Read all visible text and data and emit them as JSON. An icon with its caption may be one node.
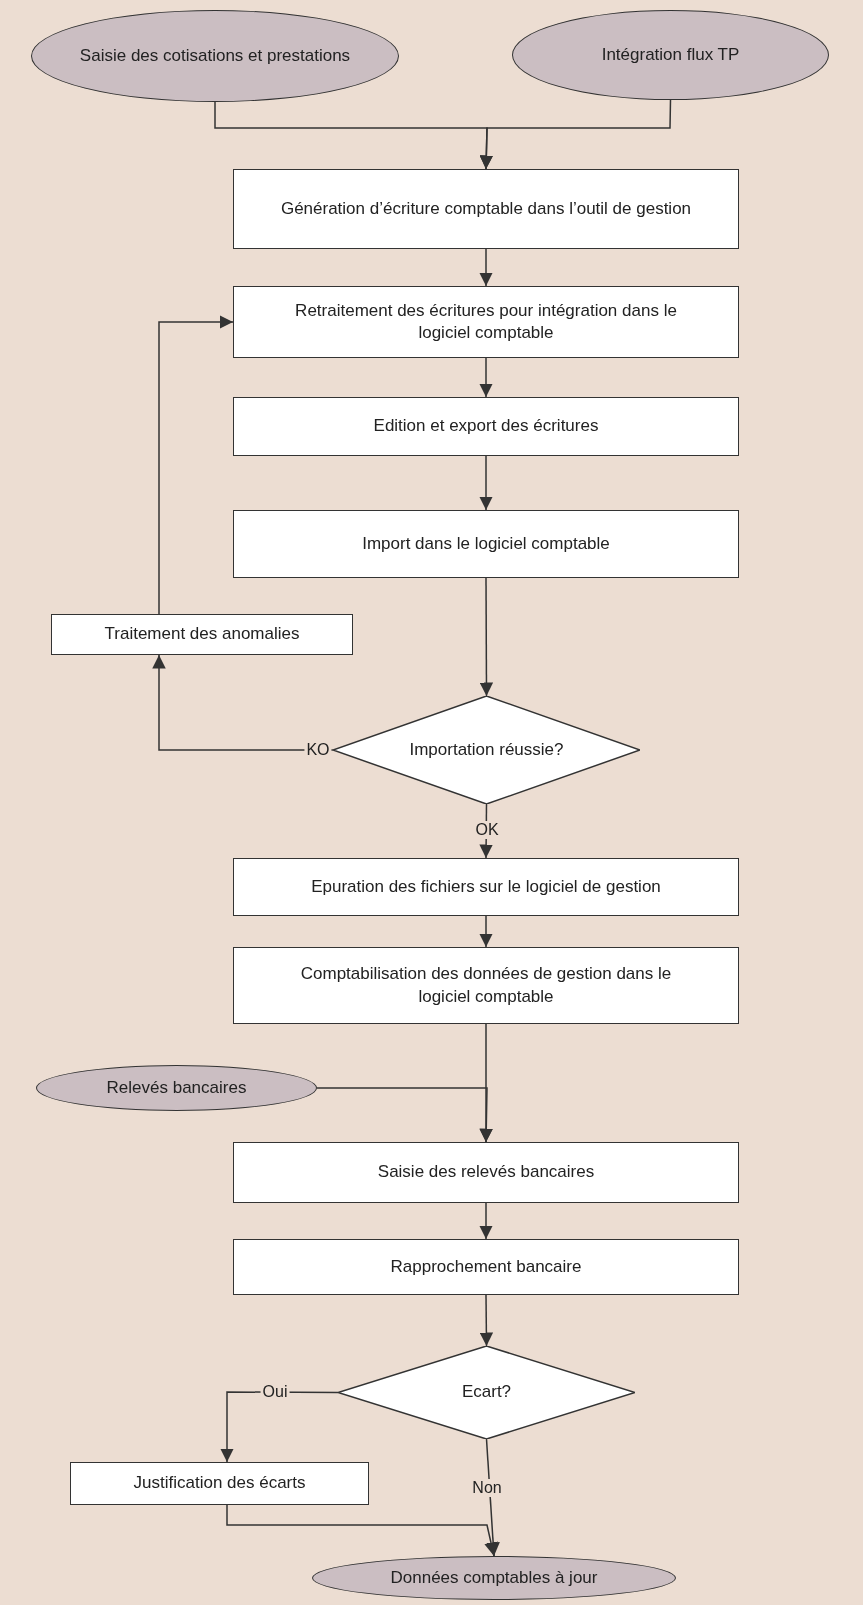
{
  "diagram": {
    "nodes": [
      {
        "text": [
          "Saisie des cotisations et prestations"
        ]
      },
      {
        "text": [
          "Intégration flux TP"
        ]
      },
      {
        "text": [
          "Génération d’écriture comptable dans l’outil de gestion"
        ]
      },
      {
        "text": [
          "Retraitement des écritures pour intégration dans le logiciel comptable"
        ]
      },
      {
        "text": [
          "Edition et export des écritures"
        ]
      },
      {
        "text": [
          "Import dans le logiciel comptable"
        ]
      },
      {
        "text": [
          "Traitement des anomalies"
        ]
      },
      {
        "text": [
          "Importation réussie?"
        ]
      },
      {
        "text": [
          "Epuration des fichiers sur le logiciel de gestion"
        ]
      },
      {
        "text": [
          "Comptabilisation des données de gestion dans le logiciel comptable"
        ]
      },
      {
        "text": [
          "Relevés bancaires"
        ]
      },
      {
        "text": [
          "Saisie des relevés bancaires"
        ]
      },
      {
        "text": [
          "Rapprochement bancaire"
        ]
      },
      {
        "text": [
          "Ecart?"
        ]
      },
      {
        "text": [
          "Justification des écarts"
        ]
      },
      {
        "text": [
          "Données comptables à jour"
        ]
      }
    ],
    "edges": [
      {
        "from": 0,
        "to": 2,
        "arrow": "to"
      },
      {
        "from": 1,
        "to": 2,
        "arrow": "to"
      },
      {
        "from": 2,
        "to": 3,
        "arrow": "to"
      },
      {
        "from": 3,
        "to": 4,
        "arrow": "to"
      },
      {
        "from": 4,
        "to": 5,
        "arrow": "to"
      },
      {
        "from": 5,
        "to": 7,
        "arrow": "to"
      },
      {
        "from": 7,
        "to": 6,
        "arrow": "to",
        "label": "KO"
      },
      {
        "from": 6,
        "to": 3,
        "arrow": "to"
      },
      {
        "from": 7,
        "to": 8,
        "arrow": "to",
        "label": "OK"
      },
      {
        "from": 8,
        "to": 9,
        "arrow": "to"
      },
      {
        "from": 9,
        "to": 11,
        "arrow": "to"
      },
      {
        "from": 10,
        "to": 11,
        "arrow": "to"
      },
      {
        "from": 11,
        "to": 12,
        "arrow": "to"
      },
      {
        "from": 12,
        "to": 13,
        "arrow": "to"
      },
      {
        "from": 13,
        "to": 14,
        "arrow": "to",
        "label": "Oui"
      },
      {
        "from": 13,
        "to": 15,
        "arrow": "to",
        "label": "Non"
      },
      {
        "from": 14,
        "to": 15,
        "arrow": "to"
      }
    ]
  }
}
